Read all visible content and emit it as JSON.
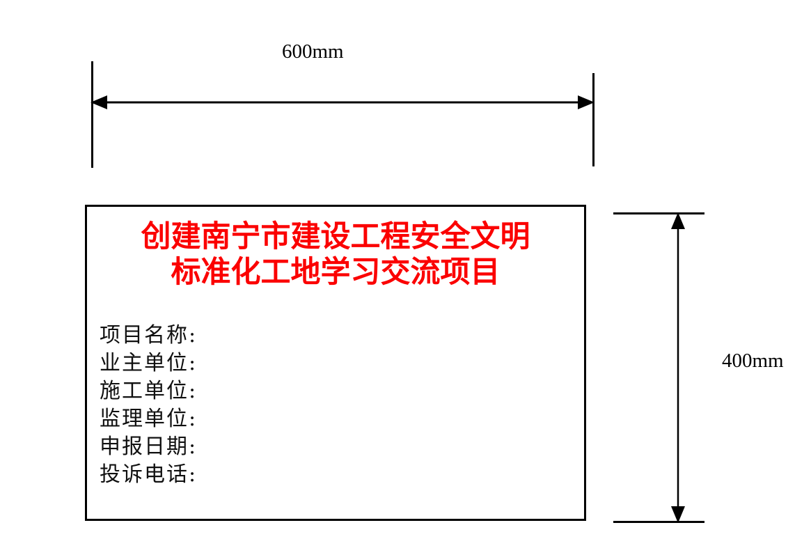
{
  "drawing": {
    "type": "dimensioned-signboard-drawing",
    "background_color": "#ffffff",
    "line_color": "#000000"
  },
  "dimensions": {
    "width": {
      "label": "600mm",
      "orientation": "horizontal",
      "position": "top"
    },
    "height": {
      "label": "400mm",
      "orientation": "vertical",
      "position": "right"
    }
  },
  "signboard": {
    "border_color": "#000000",
    "background_color": "#ffffff",
    "title": {
      "color": "#fb0000",
      "lines": [
        "创建南宁市建设工程安全文明",
        "标准化工地学习交流项目"
      ]
    },
    "fields": [
      {
        "label": "项目名称:"
      },
      {
        "label": "业主单位:"
      },
      {
        "label": "施工单位:"
      },
      {
        "label": "监理单位:"
      },
      {
        "label": "申报日期:"
      },
      {
        "label": "投诉电话:"
      }
    ]
  }
}
